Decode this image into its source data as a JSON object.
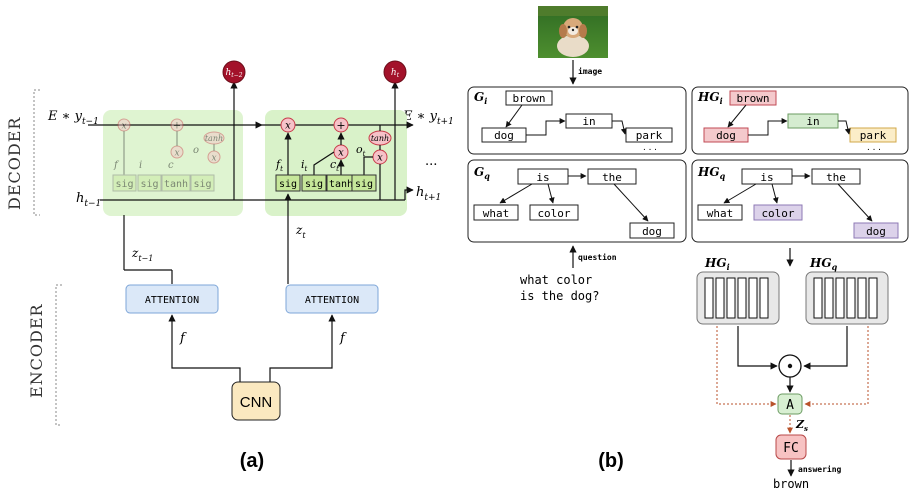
{
  "panel_a": {
    "caption": "(a)",
    "section_decoder": "DECODER",
    "section_encoder": "ENCODER",
    "left_input_top": "E ∗ y",
    "left_input_top_sub": "t−1",
    "left_input_bottom": "h",
    "left_input_bottom_sub": "t−1",
    "right_output_top": "E ∗ y",
    "right_output_top_sub": "t+1",
    "right_output_bottom": "h",
    "right_output_bottom_sub": "t+1",
    "ellipsis": "...",
    "cell_prev": {
      "output_node": "h",
      "output_sub": "t−2",
      "gates": [
        "sig",
        "sig",
        "tanh",
        "sig"
      ],
      "gate_labels": [
        "f",
        "i",
        "c",
        "o"
      ],
      "ops": [
        "x",
        "+",
        "x",
        "x"
      ],
      "tanh": "tanh",
      "z_label": "z",
      "z_sub": "t−1"
    },
    "cell_cur": {
      "output_node": "h",
      "output_sub": "t",
      "gates": [
        "sig",
        "sig",
        "tanh",
        "sig"
      ],
      "gate_labels": [
        "f",
        "i",
        "c",
        "o"
      ],
      "ops": [
        "x",
        "+",
        "x",
        "x"
      ],
      "tanh": "tanh",
      "z_label": "z",
      "z_sub": "t"
    },
    "attention_label": "ATTENTION",
    "feature_label": "f",
    "cnn_label": "CNN",
    "colors": {
      "cell_fill": "#d9f2c9",
      "gate_fill": "#c6e79a",
      "gate_fill_prev": "#e3f1cf",
      "op_fill": "#f6c2c8",
      "op_stroke": "#c83c4a",
      "output_node_fill": "#a3122a",
      "attention_fill": "#dbe8f8",
      "attention_stroke": "#7ea6d8",
      "cnn_fill": "#fbe9c0"
    }
  },
  "panel_b": {
    "caption": "(b)",
    "image_arrow_label": "image",
    "question_arrow_label": "question",
    "question_text_line1": "what color",
    "question_text_line2": "is the dog?",
    "answering_label": "answering",
    "answer_text": "brown",
    "graph_gi": {
      "title": "G",
      "title_sub": "i",
      "nodes": [
        "brown",
        "dog",
        "in",
        "park"
      ],
      "ellipsis": ". . ."
    },
    "graph_gq": {
      "title": "G",
      "title_sub": "q",
      "nodes": [
        "is",
        "the",
        "what",
        "color",
        "dog"
      ]
    },
    "graph_hgi": {
      "title": "HG",
      "title_sub": "i",
      "nodes": [
        "brown",
        "dog",
        "in",
        "park"
      ],
      "ellipsis": ". . ."
    },
    "graph_hgq": {
      "title": "HG",
      "title_sub": "q",
      "nodes": [
        "is",
        "the",
        "what",
        "color",
        "dog"
      ]
    },
    "memory_left_title": "HG",
    "memory_left_sub": "i",
    "memory_right_title": "HG",
    "memory_right_sub": "q",
    "dot_op": "⊙",
    "attention_node": "A",
    "zs_label": "Z",
    "zs_sub": "s",
    "fc_label": "FC",
    "colors": {
      "node_highlight_red": "#f4c9cc",
      "node_highlight_green": "#d5ecd0",
      "node_highlight_yellow": "#fbedc8",
      "node_highlight_purple": "#dcd2ea",
      "attn_fill": "#d8efd2",
      "fc_fill": "#f7c3c3",
      "dashed_line": "#b9522b"
    }
  }
}
